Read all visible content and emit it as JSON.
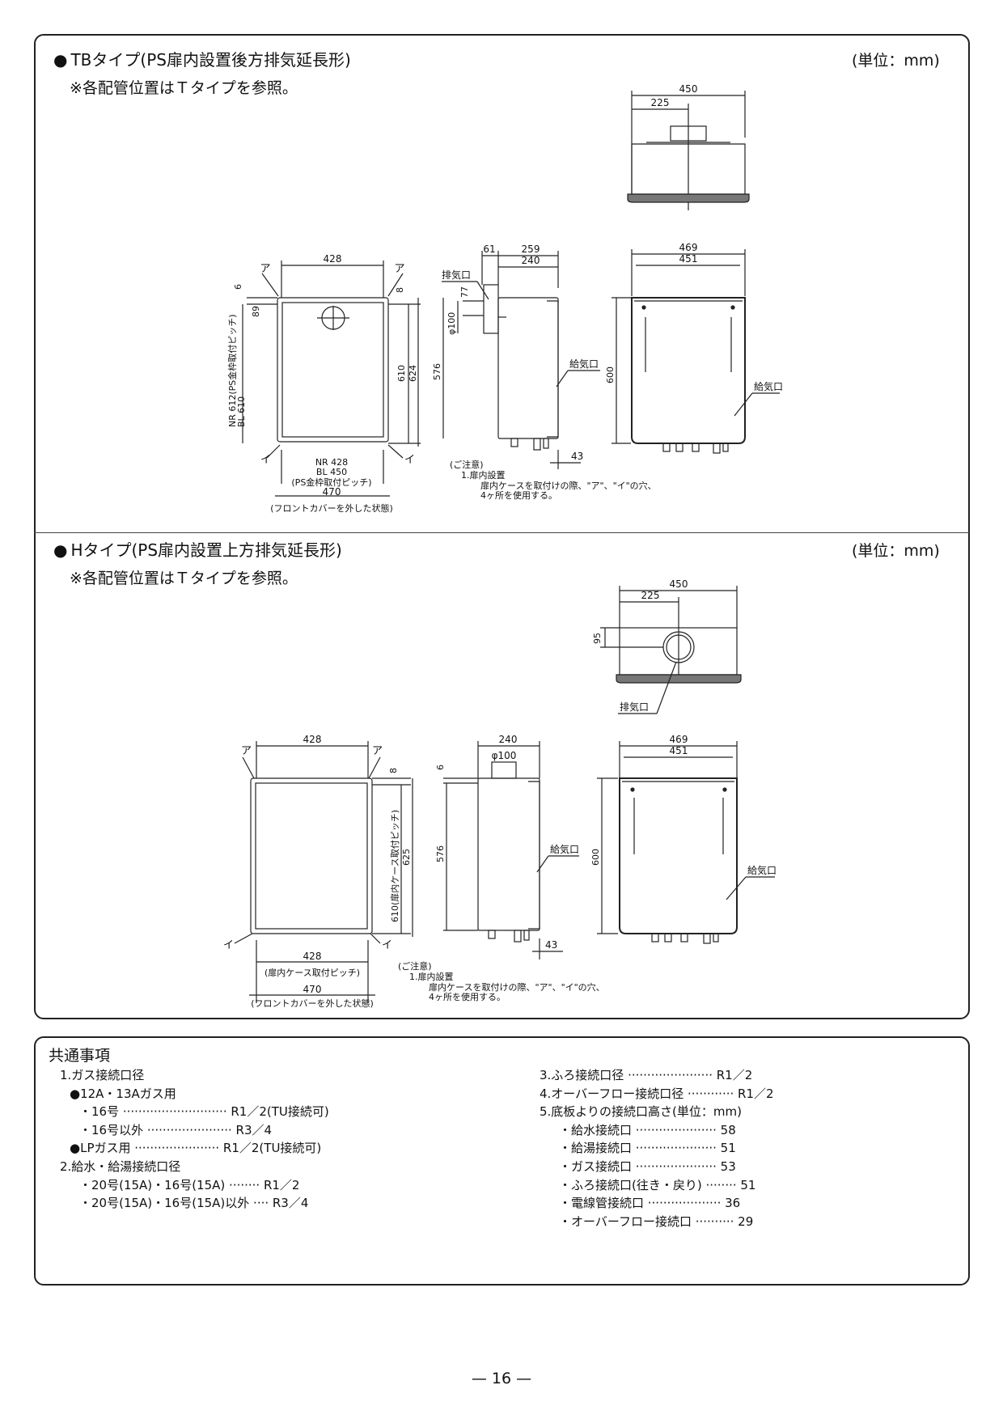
{
  "section_tb": {
    "title": "TBタイプ(PS扉内設置後方排気延長形)",
    "note": "※各配管位置はＴタイプを参照。",
    "unit": "(単位：mm)",
    "labels": {
      "d450": "450",
      "d225": "225",
      "d428": "428",
      "a_left": "ア",
      "a_right": "ア",
      "d6": "6",
      "d89": "89",
      "d8": "8",
      "pitch_ps": "NR 612(PS金枠取付ピッチ)",
      "pitch_bl": "BL 610",
      "d610": "610",
      "d624": "624",
      "i_left": "イ",
      "i_right": "イ",
      "nr428": "NR 428",
      "bl450": "BL 450",
      "ps_pitch_bottom": "(PS金枠取付ピッチ)",
      "d470": "470",
      "front_cover": "(フロントカバーを外した状態)",
      "d61": "61",
      "d259": "259",
      "d240": "240",
      "exhaust": "排気口",
      "d77": "77",
      "phi100": "φ100",
      "d576": "576",
      "intake_side": "給気口",
      "d43": "43",
      "d469": "469",
      "d451": "451",
      "d600": "600",
      "intake_front": "給気口",
      "caution_title": "(ご注意)",
      "caution_1": "1.扉内設置",
      "caution_2": "扉内ケースを取付けの際、\"ア\"、\"イ\"の穴、",
      "caution_3": "4ヶ所を使用する。"
    }
  },
  "section_h": {
    "title": "Hタイプ(PS扉内設置上方排気延長形)",
    "note": "※各配管位置はＴタイプを参照。",
    "unit": "(単位：mm)",
    "labels": {
      "d450": "450",
      "d225": "225",
      "d95": "95",
      "exhaust": "排気口",
      "d428": "428",
      "a_left": "ア",
      "a_right": "ア",
      "d8": "8",
      "d610": "610(扉内ケース取付ピッチ)",
      "d625": "625",
      "i_left": "イ",
      "i_right": "イ",
      "d428b": "428",
      "case_pitch": "(扉内ケース取付ピッチ)",
      "d470": "470",
      "front_cover": "(フロントカバーを外した状態)",
      "d240": "240",
      "phi100": "φ100",
      "d6": "6",
      "d576": "576",
      "intake_side": "給気口",
      "d43": "43",
      "d469": "469",
      "d451": "451",
      "d600": "600",
      "intake_front": "給気口",
      "caution_title": "(ご注意)",
      "caution_1": "1.扉内設置",
      "caution_2": "扉内ケースを取付けの際、\"ア\"、\"イ\"の穴、",
      "caution_3": "4ヶ所を使用する。"
    }
  },
  "common": {
    "title": "共通事項",
    "left_lines": [
      "1.ガス接続口径",
      "●12A・13Aガス用",
      "・16号 ··························· R1／2(TU接続可)",
      "・16号以外 ······················ R3／4",
      "●LPガス用 ······················ R1／2(TU接続可)",
      "2.給水・給湯接続口径",
      "・20号(15A)・16号(15A) ········ R1／2",
      "・20号(15A)・16号(15A)以外 ···· R3／4"
    ],
    "right_lines": [
      "3.ふろ接続口径 ······················ R1／2",
      "4.オーバーフロー接続口径 ············ R1／2",
      "5.底板よりの接続口高さ(単位：mm)",
      "・給水接続口 ····················· 58",
      "・給湯接続口 ····················· 51",
      "・ガス接続口 ····················· 53",
      "・ふろ接続口(往き・戻り) ········ 51",
      "・電線管接続口 ··················· 36",
      "・オーバーフロー接続口 ·········· 29"
    ]
  },
  "page_number": "— 16 —"
}
